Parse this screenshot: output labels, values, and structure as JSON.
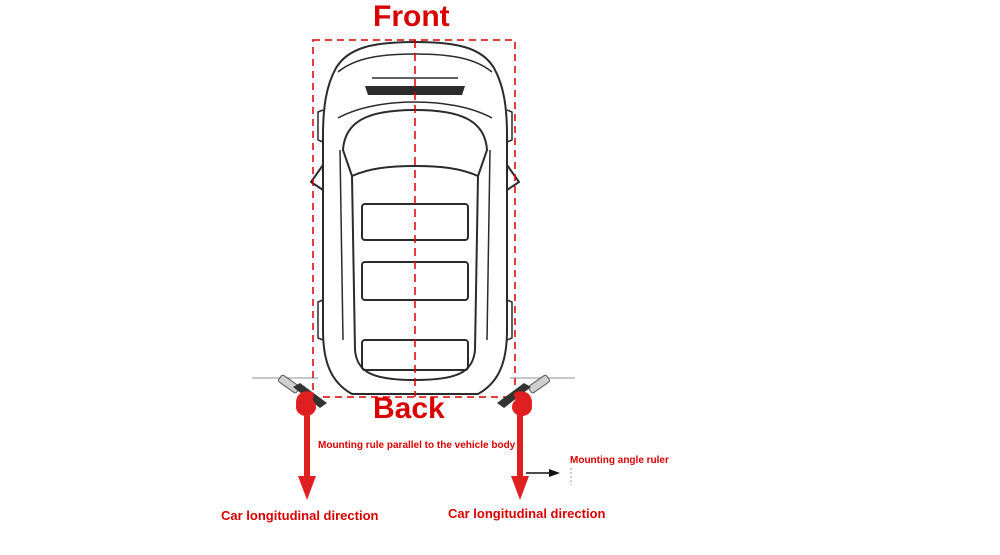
{
  "labels": {
    "front": "Front",
    "back": "Back",
    "mounting_rule": "Mounting rule parallel to the vehicle body",
    "mounting_angle_ruler": "Mounting angle ruler",
    "longitudinal_left": "Car longitudinal direction",
    "longitudinal_right": "Car longitudinal direction"
  },
  "colors": {
    "accent": "#d90000",
    "sensor": "#e02020",
    "outline": "#2b2b2b",
    "background": "#ffffff"
  }
}
